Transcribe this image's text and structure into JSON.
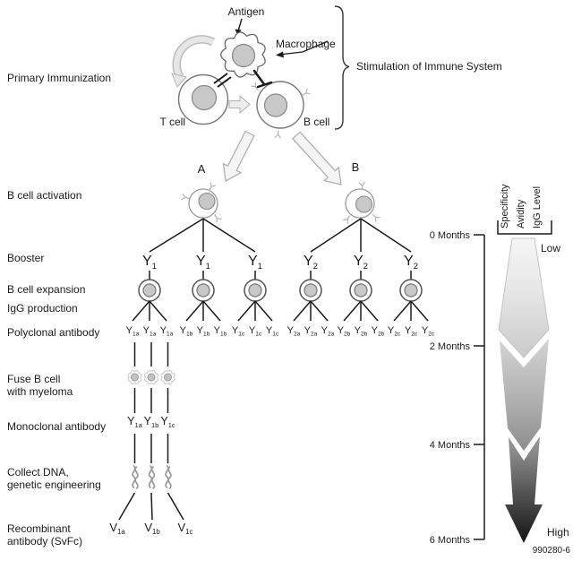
{
  "figure_id": "990280-6",
  "top": {
    "antigen": "Antigen",
    "macrophage": "Macrophage",
    "t_cell": "T cell",
    "b_cell": "B cell",
    "bracket_title": "Stimulation of Immune System"
  },
  "stage_labels": [
    "Primary Immunization",
    "B cell activation",
    "Booster",
    "B cell expansion",
    "IgG production",
    "Polyclonal antibody",
    "Fuse B cell\nwith myeloma",
    "Monoclonal antibody",
    "Collect DNA,\ngenetic engineering",
    "Recombinant\nantibody (SvFc)"
  ],
  "branches": {
    "a": "A",
    "b": "B"
  },
  "antibodies": {
    "symbol": "Y",
    "recombinant_symbol": "V",
    "booster_subs": [
      "1",
      "1",
      "1",
      "2",
      "2",
      "2"
    ],
    "polyclonal_group_subs": [
      "1a",
      "1b",
      "1c",
      "2a",
      "2b",
      "2c"
    ],
    "polyclonal_per_group": 3,
    "monoclonal_subs": [
      "1a",
      "1b",
      "1c"
    ],
    "recombinant_subs": [
      "1a",
      "1b",
      "1c"
    ]
  },
  "timeline": {
    "tick_labels": [
      "0 Months",
      "2 Months",
      "4 Months",
      "6 Months"
    ]
  },
  "quality_axis": {
    "rotated_labels": [
      "Specificity",
      "Avidity",
      "IgG Level"
    ],
    "top_label": "Low",
    "bottom_label": "High"
  },
  "colors": {
    "ink": "#1a1a1a",
    "cell_outline": "#777777",
    "cell_nucleus": "#c8c8c8",
    "light_arrow": "#e6e6e6",
    "gradient_top": "#f6f6f6",
    "gradient_bottom": "#141414"
  }
}
